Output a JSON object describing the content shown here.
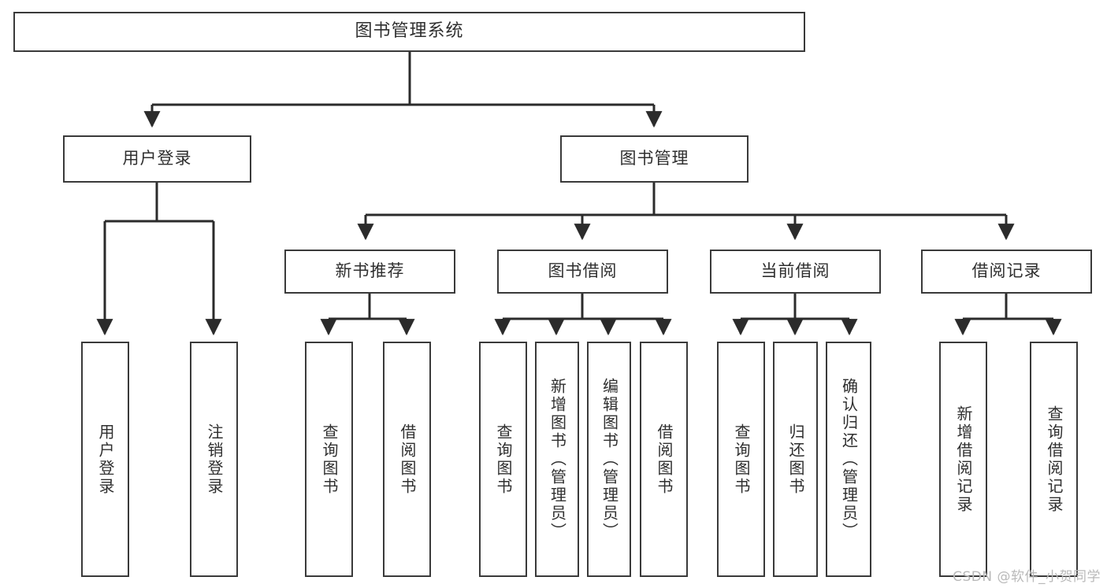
{
  "diagram": {
    "title": "图书管理系统",
    "watermark": "CSDN @软件_小贺同学",
    "colors": {
      "background": "#ffffff",
      "node_border": "#3a3a3a",
      "node_fill": "#ffffff",
      "text": "#2f2f2f",
      "edge": "#2b2b2b",
      "watermark": "#b9b9b9"
    },
    "root": {
      "label": "图书管理系统",
      "orientation": "horizontal"
    },
    "level2": [
      {
        "label": "用户登录",
        "orientation": "horizontal"
      },
      {
        "label": "图书管理",
        "orientation": "horizontal"
      }
    ],
    "level3": [
      {
        "label": "新书推荐",
        "orientation": "horizontal",
        "parent": "图书管理"
      },
      {
        "label": "图书借阅",
        "orientation": "horizontal",
        "parent": "图书管理"
      },
      {
        "label": "当前借阅",
        "orientation": "horizontal",
        "parent": "图书管理"
      },
      {
        "label": "借阅记录",
        "orientation": "horizontal",
        "parent": "图书管理"
      }
    ],
    "leaves": {
      "user_login": [
        {
          "label": "用户登录",
          "orientation": "vertical"
        },
        {
          "label": "注销登录",
          "orientation": "vertical"
        }
      ],
      "new_book_recommend": [
        {
          "label": "查询图书",
          "orientation": "vertical"
        },
        {
          "label": "借阅图书",
          "orientation": "vertical"
        }
      ],
      "book_borrow": [
        {
          "label": "查询图书",
          "orientation": "vertical"
        },
        {
          "label": "新增图书（管理员）",
          "orientation": "vertical"
        },
        {
          "label": "编辑图书（管理员）",
          "orientation": "vertical"
        },
        {
          "label": "借阅图书",
          "orientation": "vertical"
        }
      ],
      "current_borrow": [
        {
          "label": "查询图书",
          "orientation": "vertical"
        },
        {
          "label": "归还图书",
          "orientation": "vertical"
        },
        {
          "label": "确认归还（管理员）",
          "orientation": "vertical"
        }
      ],
      "borrow_record": [
        {
          "label": "新增借阅记录",
          "orientation": "vertical"
        },
        {
          "label": "查询借阅记录",
          "orientation": "vertical"
        }
      ]
    }
  }
}
